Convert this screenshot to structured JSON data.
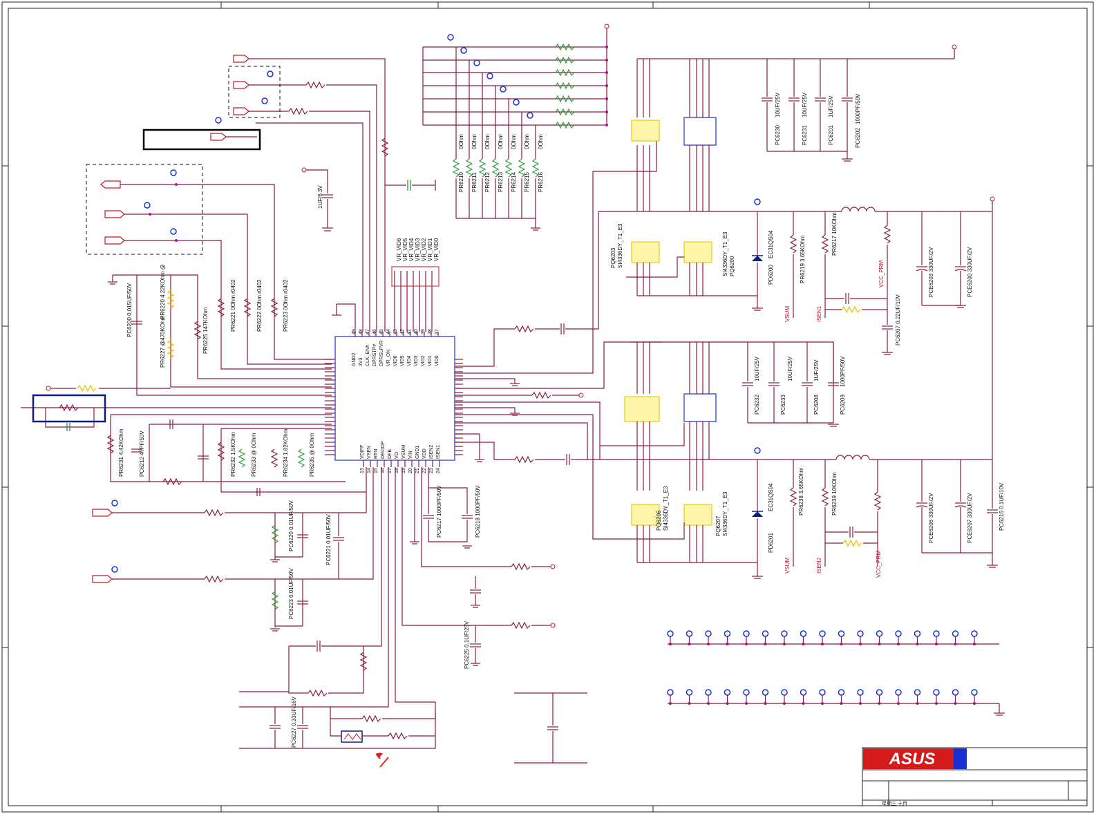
{
  "title_block": {
    "logo_text": "ASUS",
    "date_text": "星期三 十月"
  },
  "ic": {
    "left_pins": [
      "GND2",
      "3V3",
      "CLK_EN#",
      "DPRSTP#",
      "DPRSLPVR",
      "VR_ON",
      "VID6",
      "VID5",
      "VID4",
      "VID3",
      "VID2",
      "VID1",
      "VID0"
    ],
    "left_pin_numbers": [
      "49",
      "48",
      "47",
      "46",
      "45",
      "44",
      "43",
      "42",
      "41",
      "40",
      "39",
      "38",
      "37"
    ],
    "bottom_pins": [
      "VDIFF",
      "VSEN",
      "RTN",
      "DROOP",
      "DFB",
      "VO",
      "VSUM",
      "VIN",
      "GND1",
      "VDD",
      "ISEN2",
      "ISEN1"
    ],
    "bottom_pin_numbers": [
      "13",
      "14",
      "15",
      "16",
      "17",
      "18",
      "19",
      "20",
      "21",
      "22",
      "23",
      "24"
    ]
  },
  "vid_bus": [
    "VR_VID6",
    "VR_VID5",
    "VR_VID4",
    "VR_VID3",
    "VR_VID2",
    "VR_VID1",
    "VR_VID0"
  ],
  "vid_resistors": [
    {
      "ref": "PR6210",
      "value": "0Ohm"
    },
    {
      "ref": "PR6211",
      "value": "0Ohm"
    },
    {
      "ref": "PR6212",
      "value": "0Ohm"
    },
    {
      "ref": "PR6213",
      "value": "0Ohm"
    },
    {
      "ref": "PR6214",
      "value": "0Ohm"
    },
    {
      "ref": "PR6215",
      "value": "0Ohm"
    },
    {
      "ref": "PR6216",
      "value": "0Ohm"
    }
  ],
  "upper_caps": [
    {
      "ref": "PC6230",
      "value": "10UF/25V"
    },
    {
      "ref": "PC6231",
      "value": "10UF/25V"
    },
    {
      "ref": "PC6201",
      "value": "1UF/25V"
    },
    {
      "ref": "PC6202",
      "value": "1000PF/50V"
    }
  ],
  "lower_caps": [
    {
      "ref": "PC6232",
      "value": "10UF/25V"
    },
    {
      "ref": "PC6233",
      "value": "10UF/25V"
    },
    {
      "ref": "PC6208",
      "value": "1UF/25V"
    },
    {
      "ref": "PC6209",
      "value": "1000PF/50V"
    }
  ],
  "mosfets": [
    {
      "ref": "PQ6203",
      "part": "SI4336DY_T1_E3"
    },
    {
      "ref": "PQ6200",
      "part": "SI4336DY_T1_E3"
    },
    {
      "ref": "PQ6206",
      "part": "SI4336DY_T1_E3"
    },
    {
      "ref": "PQ6207",
      "part": "SI4336DY_T1_E3"
    }
  ],
  "diodes": [
    {
      "ref": "PD6200",
      "part": "EC31QS04"
    },
    {
      "ref": "PD6201",
      "part": "EC31QS04"
    }
  ],
  "phase1": {
    "pr6219": "PR6219 3.65KOhm",
    "pr6217": "PR6217 10KOhm",
    "vsum": "VSUM",
    "isen": "ISEN1",
    "vcc": "VCC_PRM",
    "pc6207": "PC6207 0.22UF/10V",
    "pce6203": "PCE6203 330UF/2V",
    "pce6200": "PCE6200 330UF/2V"
  },
  "phase2": {
    "pr6238": "PR6238 3.65KOhm",
    "pr6239": "PR6239 10KOhm",
    "vsum": "VSUM",
    "isen": "ISEN2",
    "vcc": "VCC_PRM",
    "pce6206": "PCE6206 330UF/2V",
    "pce6207": "PCE6207 330UF/2V",
    "pc6216": "PC6216 0.1UF/10V"
  },
  "left_parts": {
    "pc6200": "PC6200 0.015UF/50V",
    "pr6220": "PR6220 4.22KOhm @",
    "pr6227": "PR6227 @470KOhm",
    "pr6225": "PR6225 147KOhm",
    "pr6221": "PR6221 0Ohm r0402",
    "pr6222": "PR6222 0Ohm r0402",
    "pr6223": "PR6223 0Ohm r0402",
    "pr6231": "PR6231 4.42KOhm",
    "pc6212": "PC6212 47PF/50V",
    "pr6232": "PR6232 1.5KOhm",
    "pr6233": "PR6233 @ 0Ohm",
    "pr6234": "PR6234 1.82KOhm",
    "pr6235": "PR6235 @ 0Ohm",
    "c_1uf": "1UF/6.3V"
  },
  "bottom_parts": {
    "pc6217": "PC6217 1000PF/50V",
    "pc6218": "PC6218 1000PF/50V",
    "pc6220": "PC6220 0.01UF/50V",
    "pc6221": "PC6221 0.01UF/50V",
    "pc6223": "PC6223 0.01UF/50V",
    "pc6225": "PC6225 0.1UF/25V",
    "pc6227": "PC6227 0.33UF/16V"
  },
  "colors": {
    "wire": "#8b1a3a",
    "junction": "#d000c8",
    "ic_outline": "#1a2fd0",
    "net_label": "#c0182a",
    "highlight": "#0c1c80",
    "mosfet_fill": "#fff5a8",
    "arrow": "#e02020"
  }
}
